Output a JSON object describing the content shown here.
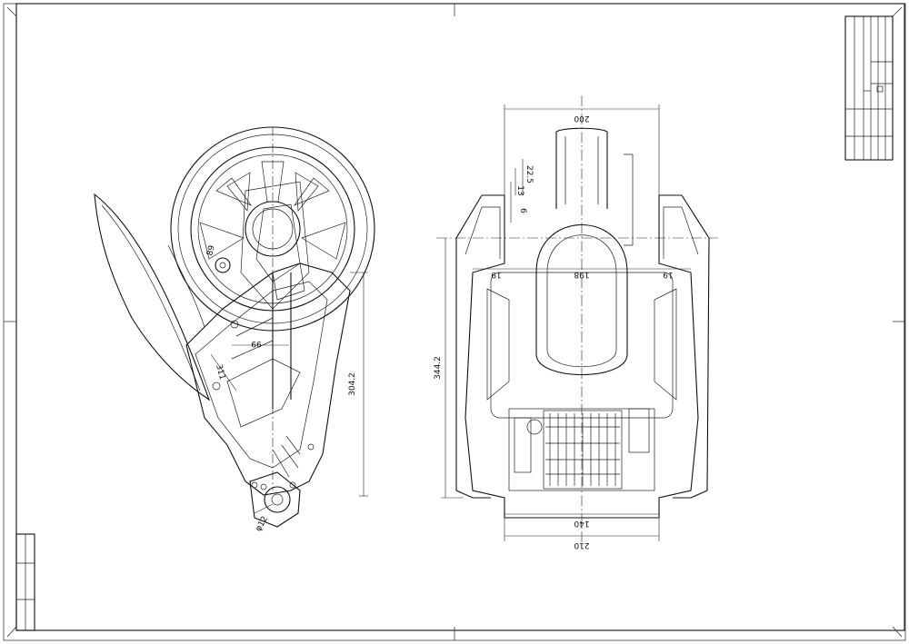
{
  "drawing": {
    "side_view": {
      "dims": {
        "d_89": "89",
        "d_99": "99",
        "d_311": "311",
        "d_304_2": "304.2",
        "d_phi12": "φ12"
      }
    },
    "front_view": {
      "dims": {
        "d_200": "200",
        "d_22_5": "22.5",
        "d_13": "13",
        "d_6": "6",
        "d_19_left": "19",
        "d_198": "198",
        "d_19_right": "19",
        "d_344_2": "344.2",
        "d_140": "140",
        "d_210": "210"
      }
    }
  }
}
